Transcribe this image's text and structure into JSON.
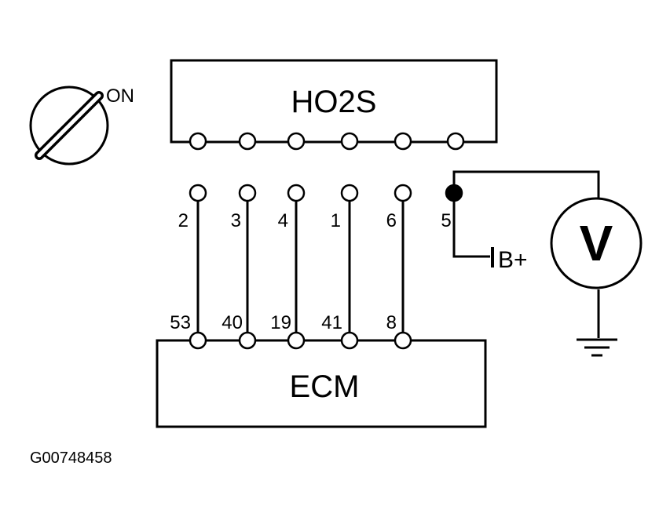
{
  "ignition": {
    "label": "ON"
  },
  "sensor": {
    "label": "HO2S"
  },
  "ecm": {
    "label": "ECM"
  },
  "sensor_pins": [
    "2",
    "3",
    "4",
    "1",
    "6",
    "5"
  ],
  "ecm_pins": [
    "53",
    "40",
    "19",
    "41",
    "8"
  ],
  "battery": {
    "label": "B+"
  },
  "meter": {
    "label": "V"
  },
  "figure_id": "G00748458"
}
